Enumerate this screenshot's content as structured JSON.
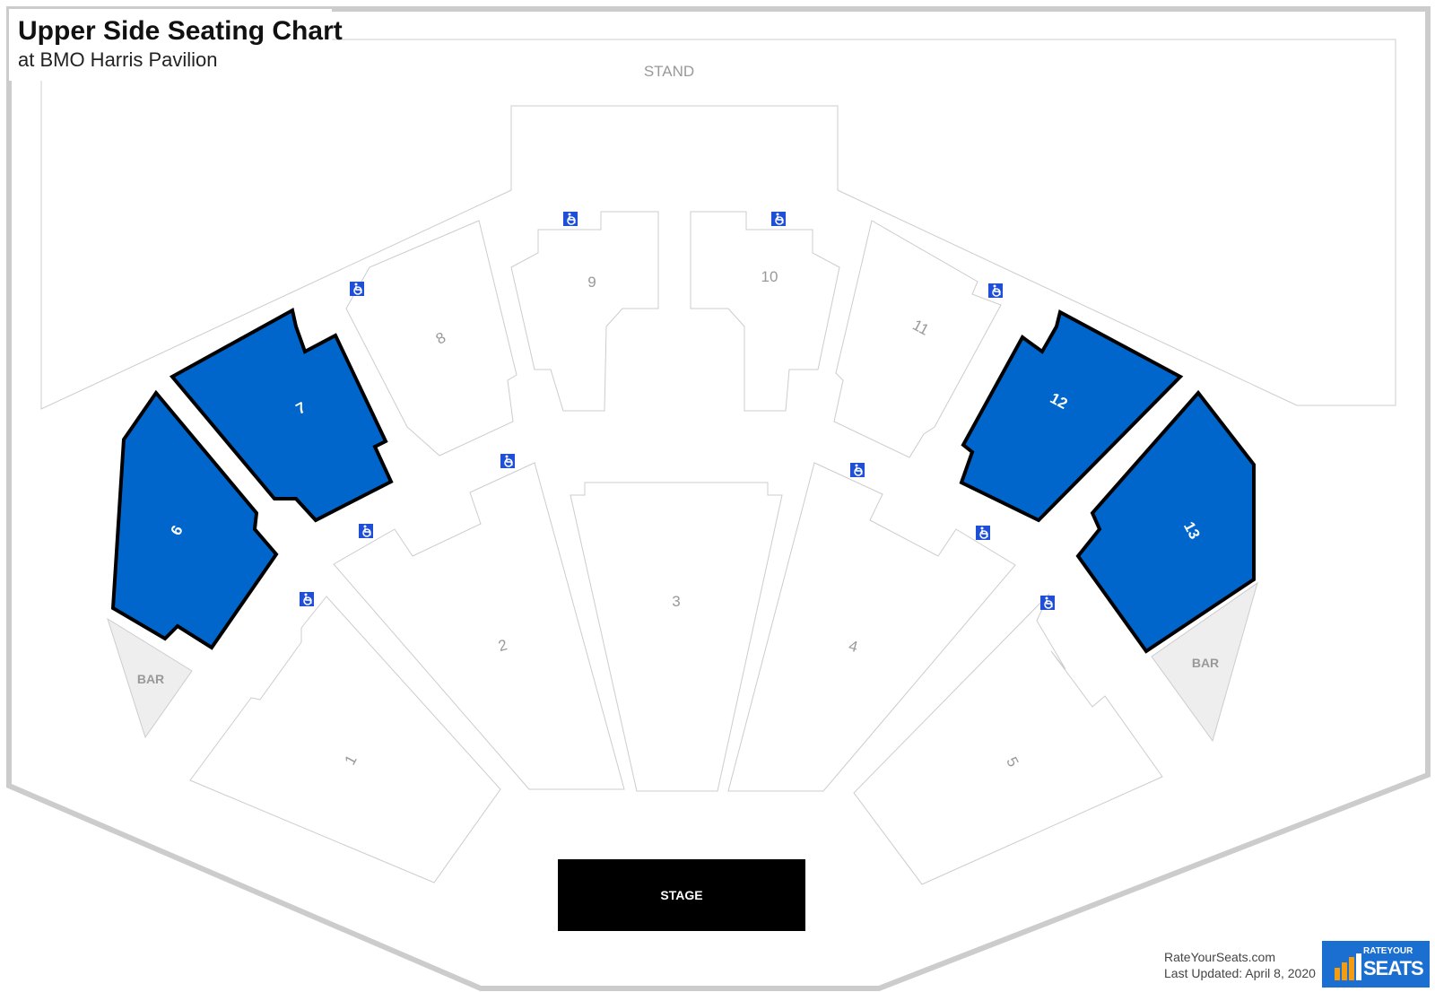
{
  "header": {
    "title": "Upper Side Seating Chart",
    "subtitle": "at BMO Harris Pavilion"
  },
  "map": {
    "stand_label": "STAND",
    "stage_label": "STAGE",
    "bar_labels": [
      "BAR",
      "BAR"
    ],
    "sections": [
      {
        "id": "1",
        "label": "1",
        "highlighted": false
      },
      {
        "id": "2",
        "label": "2",
        "highlighted": false
      },
      {
        "id": "3",
        "label": "3",
        "highlighted": false
      },
      {
        "id": "4",
        "label": "4",
        "highlighted": false
      },
      {
        "id": "5",
        "label": "5",
        "highlighted": false
      },
      {
        "id": "6",
        "label": "6",
        "highlighted": true
      },
      {
        "id": "7",
        "label": "7",
        "highlighted": true
      },
      {
        "id": "8",
        "label": "8",
        "highlighted": false
      },
      {
        "id": "9",
        "label": "9",
        "highlighted": false
      },
      {
        "id": "10",
        "label": "10",
        "highlighted": false
      },
      {
        "id": "11",
        "label": "11",
        "highlighted": false
      },
      {
        "id": "12",
        "label": "12",
        "highlighted": true
      },
      {
        "id": "13",
        "label": "13",
        "highlighted": true
      }
    ],
    "colors": {
      "highlight": "#0066cc",
      "stage": "#000000",
      "accessible_icon": "#1f4fd6",
      "bar": "#eeeeee",
      "outline": "#cccccc"
    },
    "accessible_icon_name": "wheelchair-icon"
  },
  "footer": {
    "site": "RateYourSeats.com",
    "updated": "Last Updated: April 8, 2020"
  },
  "logo": {
    "small": "RATEYOUR",
    "big": "SEATS"
  }
}
